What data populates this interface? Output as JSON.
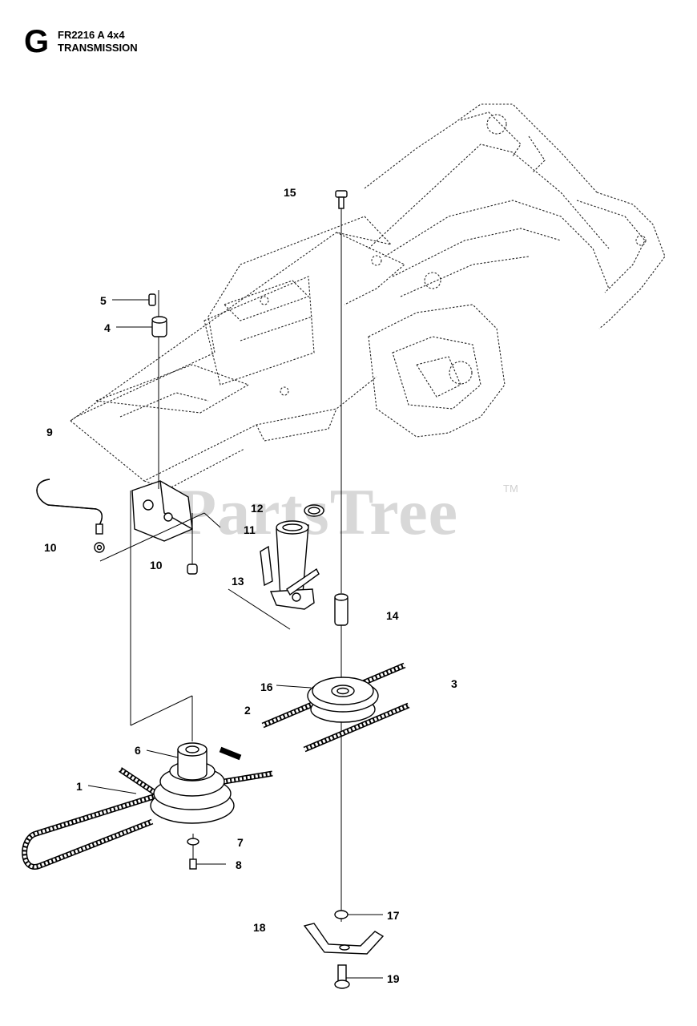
{
  "header": {
    "section_letter": "G",
    "model": "FR2216 A 4x4",
    "title": "TRANSMISSION"
  },
  "watermark": {
    "text": "PartsTree",
    "trademark": "TM"
  },
  "callouts": [
    {
      "id": "15",
      "label": "15"
    },
    {
      "id": "5",
      "label": "5"
    },
    {
      "id": "4",
      "label": "4"
    },
    {
      "id": "9",
      "label": "9"
    },
    {
      "id": "12",
      "label": "12"
    },
    {
      "id": "11",
      "label": "11"
    },
    {
      "id": "10a",
      "label": "10"
    },
    {
      "id": "10b",
      "label": "10"
    },
    {
      "id": "13",
      "label": "13"
    },
    {
      "id": "14",
      "label": "14"
    },
    {
      "id": "16",
      "label": "16"
    },
    {
      "id": "3",
      "label": "3"
    },
    {
      "id": "2",
      "label": "2"
    },
    {
      "id": "6",
      "label": "6"
    },
    {
      "id": "1",
      "label": "1"
    },
    {
      "id": "7",
      "label": "7"
    },
    {
      "id": "8",
      "label": "8"
    },
    {
      "id": "17",
      "label": "17"
    },
    {
      "id": "18",
      "label": "18"
    },
    {
      "id": "19",
      "label": "19"
    }
  ]
}
